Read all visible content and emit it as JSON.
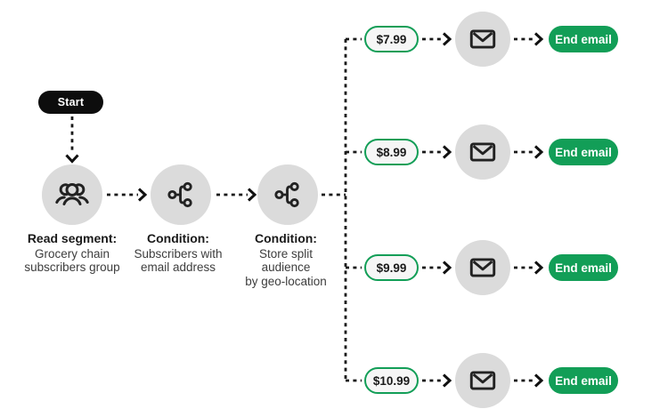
{
  "colors": {
    "accent_green": "#129e57",
    "node_gray": "#dbdbdb",
    "black": "#0d0d0d",
    "price_pill_bg": "#f6f6f6",
    "connector": "#191919",
    "background": "#ffffff"
  },
  "start": {
    "label": "Start"
  },
  "nodes": [
    {
      "icon": "users-icon",
      "title": "Read segment:",
      "lines": [
        "Grocery chain",
        "subscribers group"
      ]
    },
    {
      "icon": "branch-icon",
      "title": "Condition:",
      "lines": [
        "Subscribers with",
        "email address"
      ]
    },
    {
      "icon": "branch-icon",
      "title": "Condition:",
      "lines": [
        "Store split",
        "audience",
        "by geo-location"
      ]
    }
  ],
  "branches": [
    {
      "price": "$7.99",
      "icon": "email-icon",
      "end_label": "End email"
    },
    {
      "price": "$8.99",
      "icon": "email-icon",
      "end_label": "End email"
    },
    {
      "price": "$9.99",
      "icon": "email-icon",
      "end_label": "End email"
    },
    {
      "price": "$10.99",
      "icon": "email-icon",
      "end_label": "End email"
    }
  ]
}
